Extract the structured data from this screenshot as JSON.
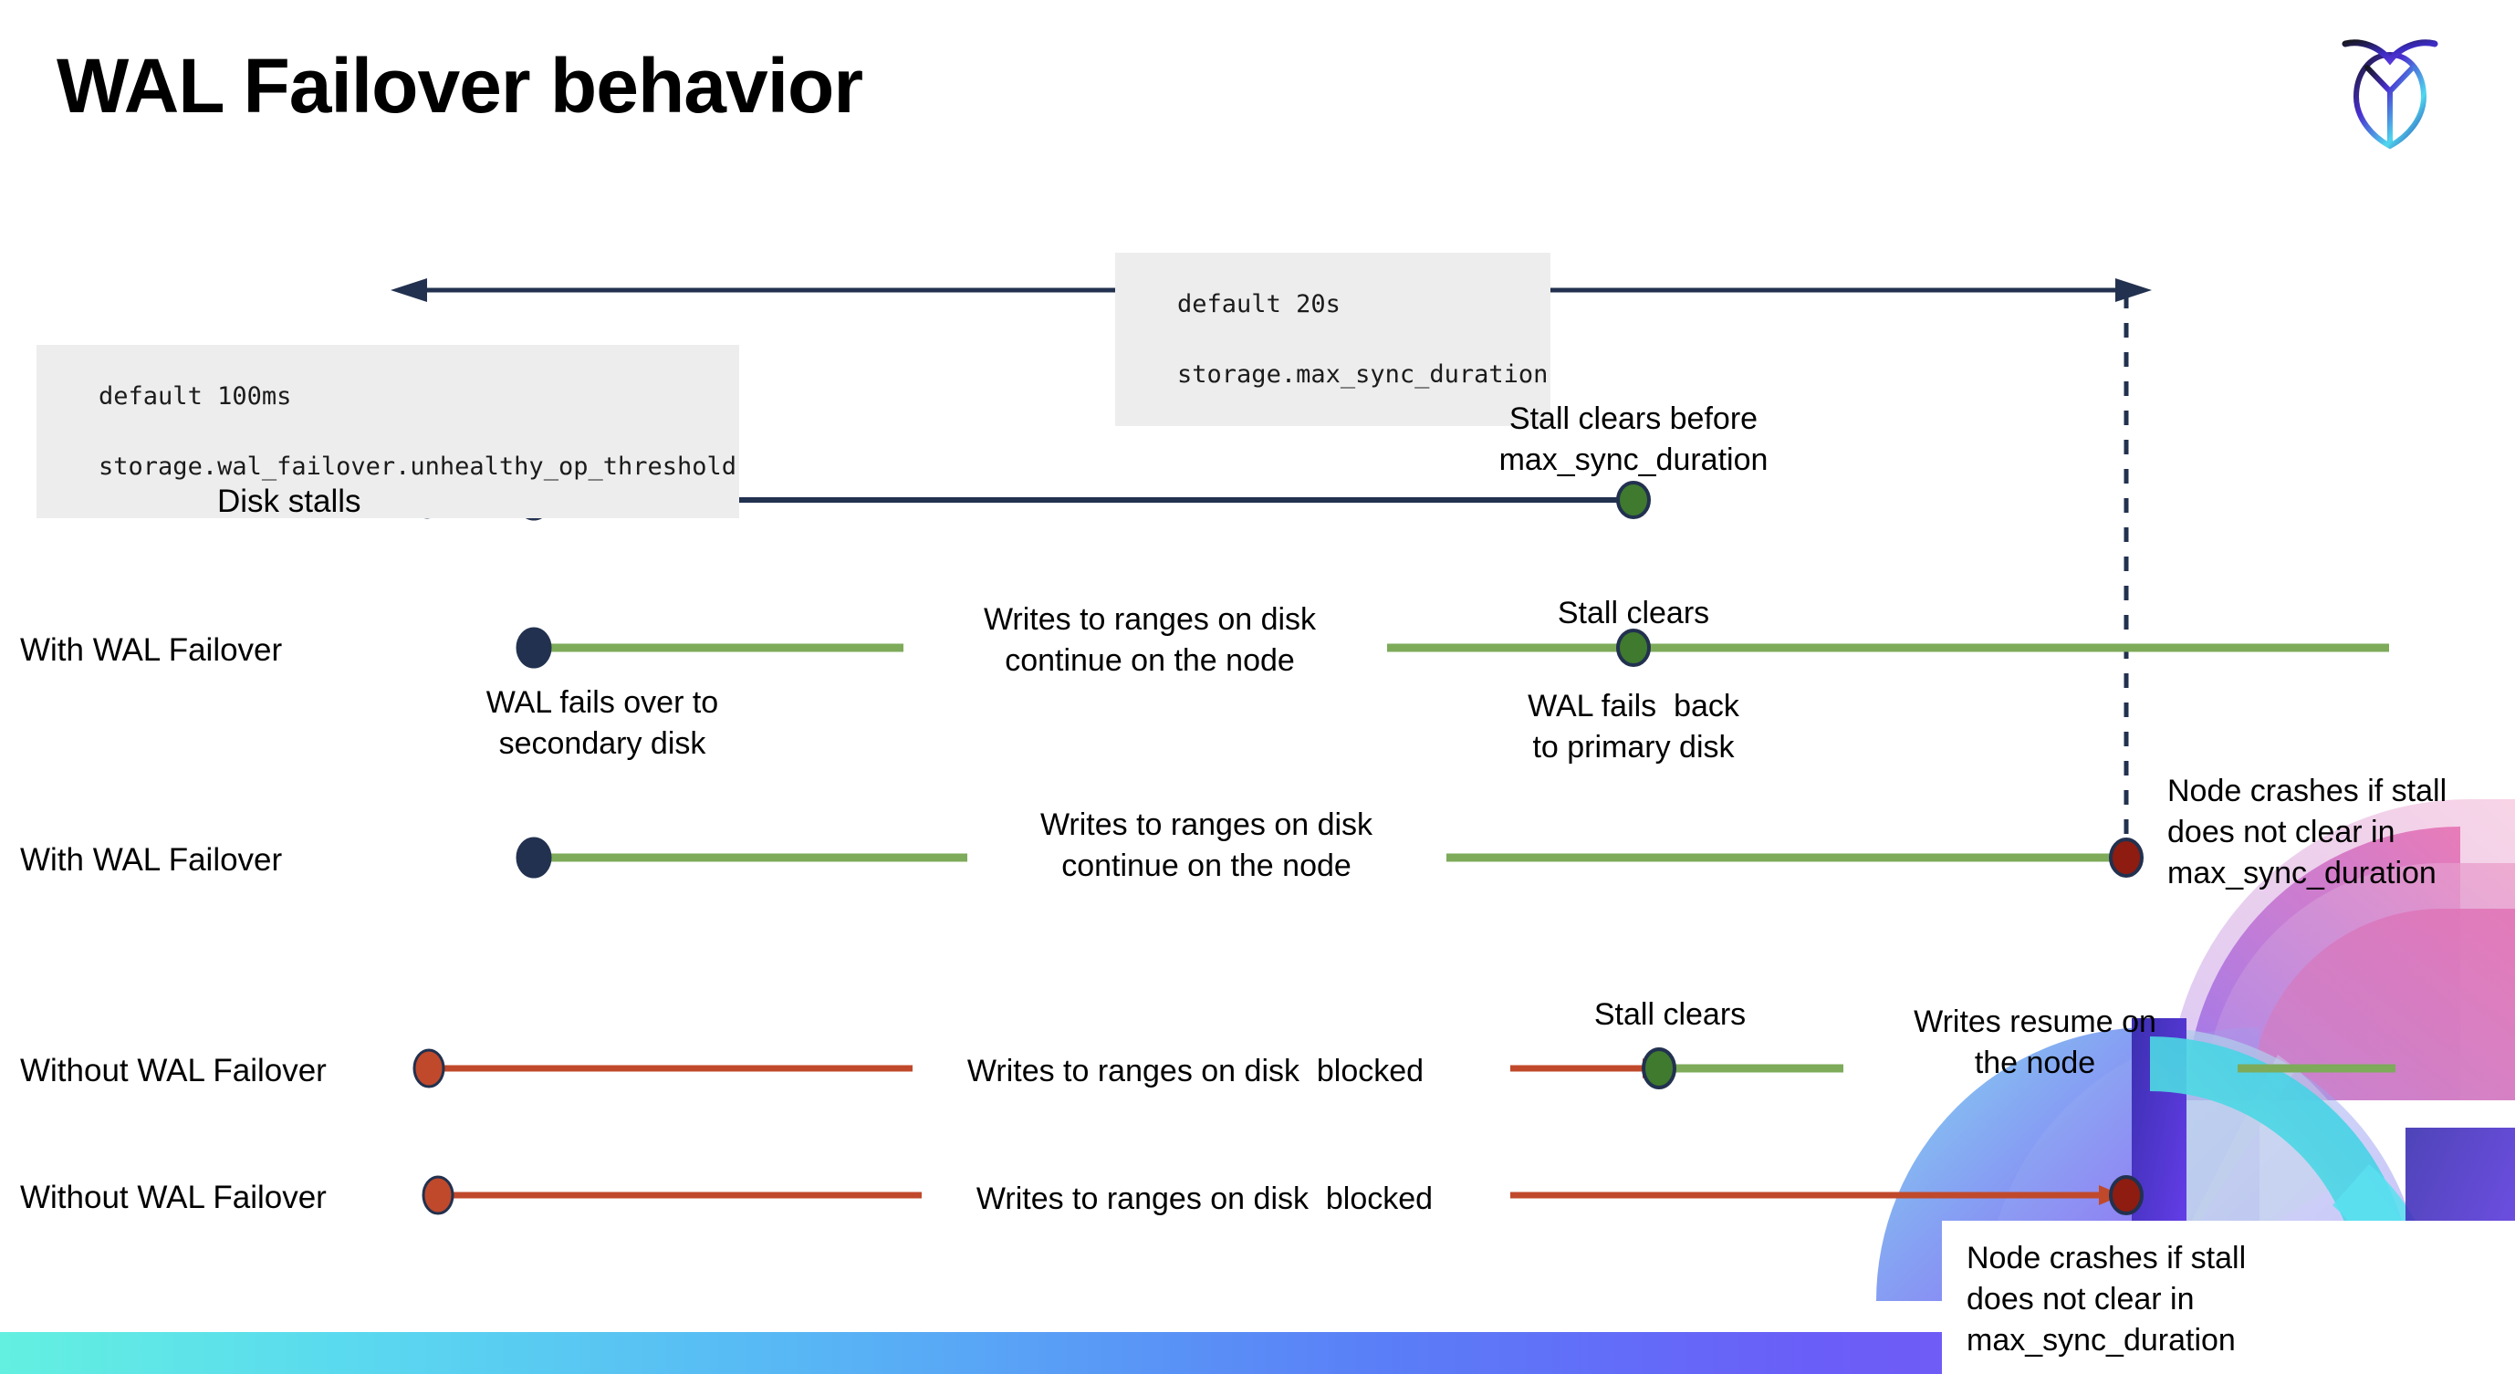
{
  "slide": {
    "title": "WAL Failover behavior",
    "logo_name": "cockroachdb-logo"
  },
  "annotations": {
    "max_sync": {
      "line1": "default 20s",
      "line2": "storage.max_sync_duration"
    },
    "unhealthy_threshold": {
      "line1": "default 100ms",
      "line2": "storage.wal_failover.unhealthy_op_threshold"
    }
  },
  "rows": [
    {
      "id": "disk-stalls",
      "label": "Disk stalls",
      "note_above": "Stall clears before\nmax_sync_duration"
    },
    {
      "id": "with-wal-failover-clears",
      "label": "With WAL Failover",
      "note_below_start": "WAL fails over to\nsecondary disk",
      "note_mid": "Writes to ranges on disk\ncontinue on the node",
      "note_above_event": "Stall clears",
      "note_below_event": "WAL fails  back\nto primary disk"
    },
    {
      "id": "with-wal-failover-crash",
      "label": "With WAL Failover",
      "note_mid": "Writes to ranges on disk\ncontinue on the node",
      "note_right": "Node crashes if stall\ndoes not clear in\nmax_sync_duration"
    },
    {
      "id": "without-wal-failover-clears",
      "label": "Without WAL Failover",
      "note_mid": "Writes to ranges on disk  blocked",
      "note_above_event": "Stall clears",
      "note_right": "Writes resume on\nthe node"
    },
    {
      "id": "without-wal-failover-crash",
      "label": "Without WAL Failover",
      "note_mid": "Writes to ranges on disk  blocked",
      "note_right": "Node crashes if stall\ndoes not clear in\nmax_sync_duration"
    }
  ],
  "legend_colors": {
    "navy": "#22314f",
    "orange": "#c0492b",
    "green_line": "#7dab5a",
    "green_dot": "#3f7a2e",
    "dark_red": "#8e1c10",
    "code_bg": "#ededed"
  }
}
